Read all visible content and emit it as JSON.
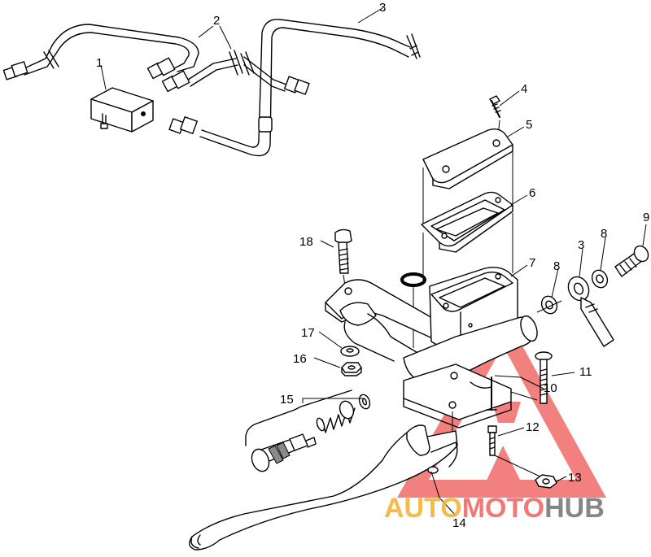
{
  "callouts": {
    "c1": "1",
    "c2": "2",
    "c3a": "3",
    "c3b": "3",
    "c4": "4",
    "c5": "5",
    "c6": "6",
    "c7": "7",
    "c8a": "8",
    "c8b": "8",
    "c9": "9",
    "c10": "10",
    "c11": "11",
    "c12": "12",
    "c13": "13",
    "c14": "14",
    "c15": "15",
    "c16": "16",
    "c17": "17",
    "c18": "18"
  },
  "watermark": {
    "auto": "AUTO",
    "moto": "MOTO",
    "hub": "HUB",
    "colors": {
      "auto": "#f5b335",
      "moto": "#ef6b68",
      "hub": "#7a7a7a",
      "triangle": "#ef6b68"
    }
  }
}
